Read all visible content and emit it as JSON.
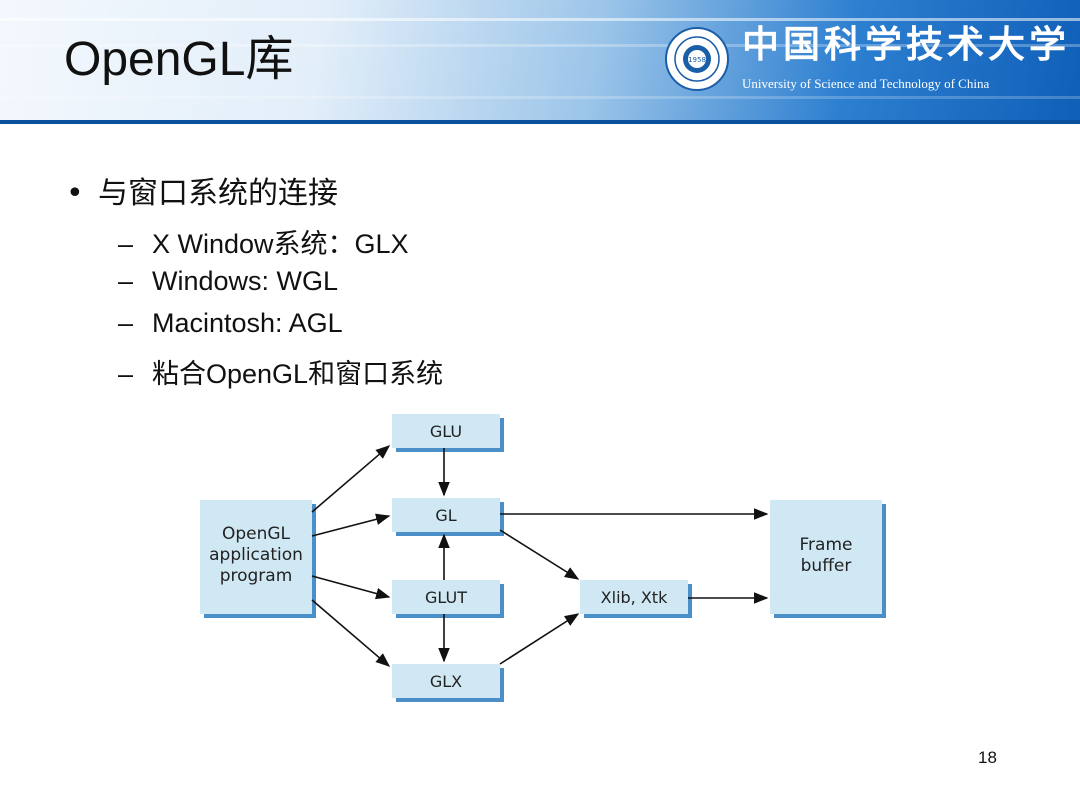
{
  "header": {
    "title": "OpenGL库",
    "university_cn": "中国科学技术大学",
    "university_en": "University of Science and Technology of China",
    "logo_year": "1958"
  },
  "bullets": {
    "main": "与窗口系统的连接",
    "subs": [
      "X Window系统：GLX",
      "Windows: WGL",
      "Macintosh: AGL",
      "粘合OpenGL和窗口系统"
    ]
  },
  "diagram": {
    "nodes": {
      "app": [
        "OpenGL",
        "application",
        "program"
      ],
      "glu": "GLU",
      "gl": "GL",
      "glut": "GLUT",
      "glx": "GLX",
      "xlib": "Xlib, Xtk",
      "fb": [
        "Frame",
        "buffer"
      ]
    },
    "colors": {
      "box": "#cfe8f3",
      "shadow": "#4a8fc7",
      "arrow": "#111111"
    }
  },
  "page_number": "18"
}
